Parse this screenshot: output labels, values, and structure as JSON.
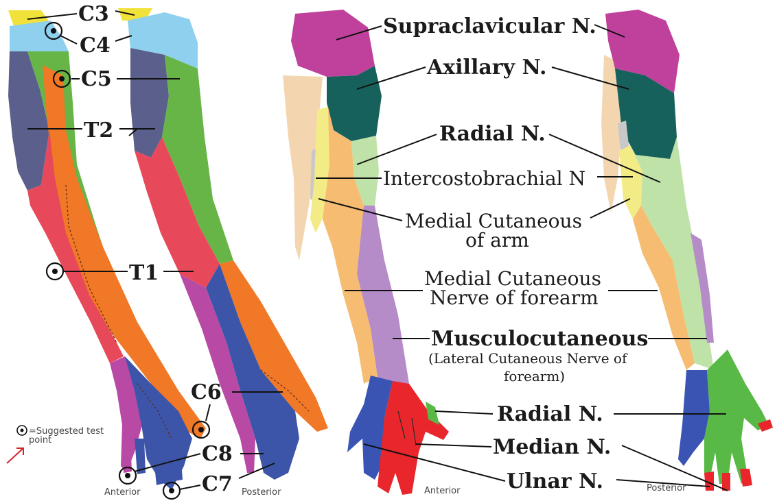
{
  "dermatomes": {
    "labels": {
      "c3": "C3",
      "c4": "C4",
      "c5": "C5",
      "t2": "T2",
      "t1": "T1",
      "c6": "C6",
      "c8": "C8",
      "c7": "C7"
    },
    "view_anterior": "Anterior",
    "view_posterior": "Posterior",
    "legend_text_line1": "=Suggested test",
    "legend_text_line2": "point"
  },
  "nerves": {
    "supraclavicular": "Supraclavicular N.",
    "axillary": "Axillary N.",
    "radial_upper": "Radial N.",
    "intercostobrachial": "Intercostobrachial N",
    "medial_cut_arm_1": "Medial Cutaneous",
    "medial_cut_arm_2": "of arm",
    "medial_cut_forearm_1": "Medial Cutaneous",
    "medial_cut_forearm_2": "Nerve of forearm",
    "musculocutaneous": "Musculocutaneous",
    "lateral_cut_1": "(Lateral Cutaneous Nerve of",
    "lateral_cut_2": "forearm)",
    "radial_hand": "Radial N.",
    "median": "Median N.",
    "ulnar": "Ulnar N.",
    "view_anterior": "Anterior",
    "view_posterior": "Posterior"
  },
  "colors": {
    "c3": "#f0e23a",
    "c4": "#8fd0ee",
    "c5": "#67b546",
    "t2": "#5b5f8c",
    "t1": "#e8495a",
    "c6": "#f07826",
    "c7": "#3d55a8",
    "c8": "#b84aa6",
    "supraclavicular": "#c0419c",
    "axillary": "#17615c",
    "radial": "#bfe2a8",
    "intercostobrachial": "#c8c8c8",
    "medial_cut_arm": "#f3eb86",
    "medial_cut_forearm": "#f6bd72",
    "musculocutaneous": "#b58bc8",
    "skin": "#f3d6b0",
    "radial_hand": "#58b947",
    "median": "#e8262c",
    "ulnar": "#3a54b4",
    "annotation_arrow": "#d9232a"
  }
}
